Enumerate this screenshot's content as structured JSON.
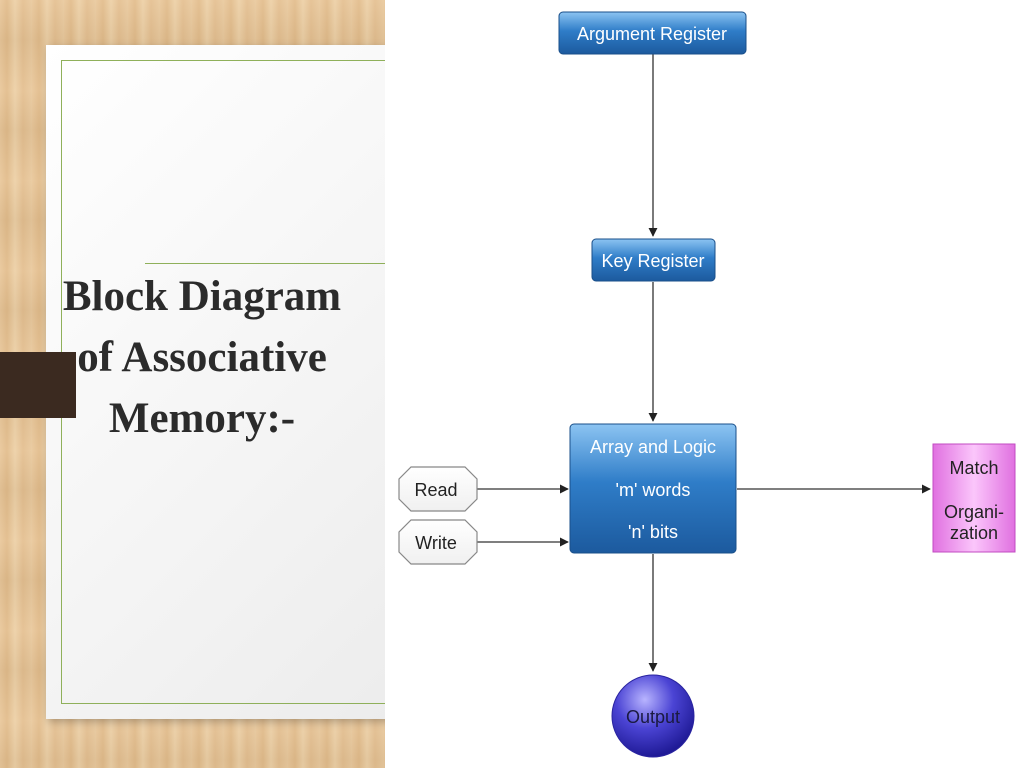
{
  "slide": {
    "title_lines": [
      "Block Diagram",
      "of Associative",
      "Memory:-"
    ]
  },
  "diagram": {
    "argument_register": "Argument Register",
    "key_register": "Key Register",
    "array_logic": {
      "line1": "Array and Logic",
      "line2": "'m' words",
      "line3": "'n' bits"
    },
    "read": "Read",
    "write": "Write",
    "match": {
      "line1": "Match",
      "line2": "Organi-",
      "line3": "zation"
    },
    "output": "Output"
  },
  "colors": {
    "box_blue": "#2f7dc8",
    "box_blue_dark": "#1c5a9e",
    "match_pink": "#f08ef0",
    "output_purple": "#4b44d4",
    "rule_green": "#8fb05a"
  }
}
